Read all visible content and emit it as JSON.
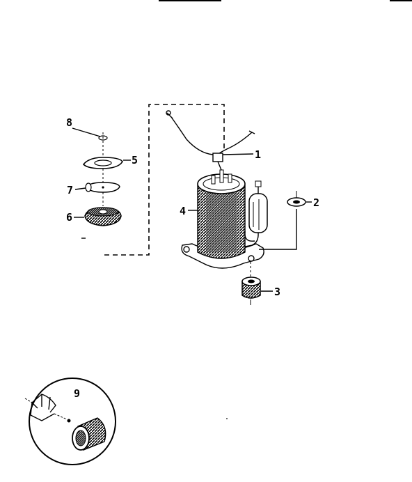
{
  "diagram": {
    "callouts": [
      {
        "id": "1",
        "label": "1"
      },
      {
        "id": "2",
        "label": "2"
      },
      {
        "id": "3",
        "label": "3"
      },
      {
        "id": "4",
        "label": "4"
      },
      {
        "id": "5",
        "label": "5"
      },
      {
        "id": "6",
        "label": "6"
      },
      {
        "id": "7",
        "label": "7"
      },
      {
        "id": "8",
        "label": "8"
      },
      {
        "id": "9",
        "label": "9"
      }
    ],
    "colors": {
      "ink": "#000000",
      "paper": "#ffffff"
    }
  }
}
